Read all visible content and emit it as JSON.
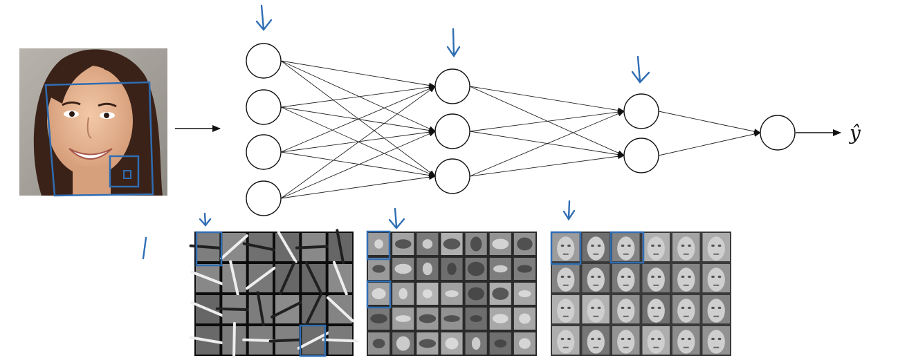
{
  "diagram": {
    "output_label": "ŷ",
    "network": {
      "layers": [
        4,
        3,
        2,
        1
      ],
      "edge_color": "#222222",
      "node_stroke": "#111111"
    },
    "annotation_color": "#2f6db3",
    "feature_panels": [
      {
        "name": "edge-features",
        "rows": 4,
        "cols": 6,
        "tone": "#1a1a1a"
      },
      {
        "name": "part-features",
        "rows": 5,
        "cols": 7,
        "tone": "#4a4a4a"
      },
      {
        "name": "face-features",
        "rows": 4,
        "cols": 6,
        "tone": "#5a5a5a"
      }
    ]
  }
}
